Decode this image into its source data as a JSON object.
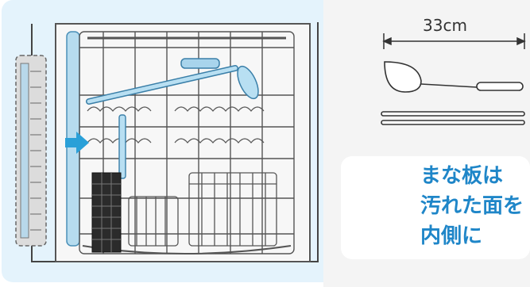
{
  "measurement": {
    "label": "33cm"
  },
  "tip": {
    "lines": [
      "まな板は",
      "汚れた面を",
      "内側に"
    ]
  },
  "colors": {
    "panel_background": "#e4f3fc",
    "accent_blue": "#1f86c8",
    "rack_line": "#555555",
    "arrow": "#2aa0d8"
  },
  "icons": {
    "ladle": "ladle-icon",
    "chopsticks": "chopsticks-icon",
    "person": "woman-pointing-icon",
    "arrow": "arrow-right-icon"
  }
}
